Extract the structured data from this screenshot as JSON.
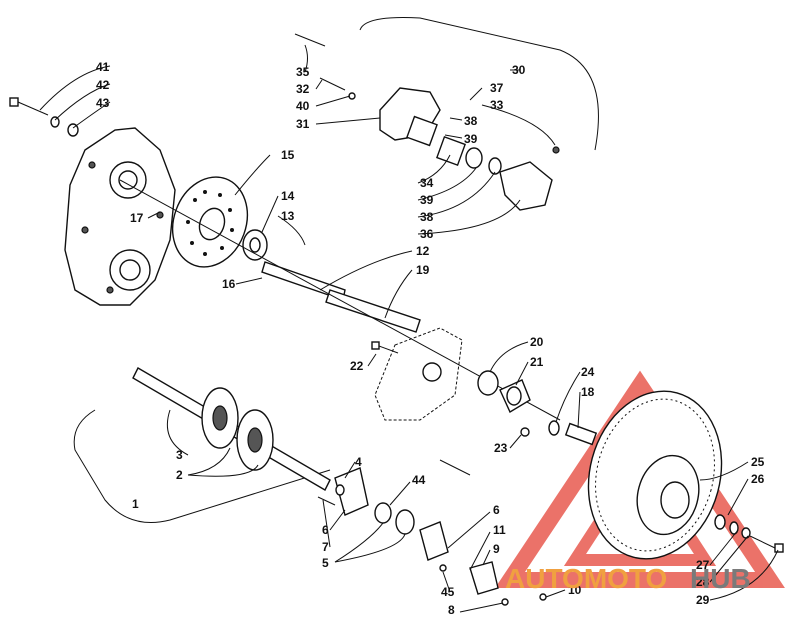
{
  "diagram": {
    "labels": [
      {
        "id": "41",
        "text": "41"
      },
      {
        "id": "42",
        "text": "42"
      },
      {
        "id": "43",
        "text": "43"
      },
      {
        "id": "35",
        "text": "35"
      },
      {
        "id": "32",
        "text": "32"
      },
      {
        "id": "40",
        "text": "40"
      },
      {
        "id": "31",
        "text": "31"
      },
      {
        "id": "30",
        "text": "30"
      },
      {
        "id": "37",
        "text": "37"
      },
      {
        "id": "33",
        "text": "33"
      },
      {
        "id": "38a",
        "text": "38"
      },
      {
        "id": "39a",
        "text": "39"
      },
      {
        "id": "34",
        "text": "34"
      },
      {
        "id": "39b",
        "text": "39"
      },
      {
        "id": "38b",
        "text": "38"
      },
      {
        "id": "36",
        "text": "36"
      },
      {
        "id": "15",
        "text": "15"
      },
      {
        "id": "14",
        "text": "14"
      },
      {
        "id": "13",
        "text": "13"
      },
      {
        "id": "17",
        "text": "17"
      },
      {
        "id": "16",
        "text": "16"
      },
      {
        "id": "12",
        "text": "12"
      },
      {
        "id": "19",
        "text": "19"
      },
      {
        "id": "20",
        "text": "20"
      },
      {
        "id": "21",
        "text": "21"
      },
      {
        "id": "22",
        "text": "22"
      },
      {
        "id": "23",
        "text": "23"
      },
      {
        "id": "24",
        "text": "24"
      },
      {
        "id": "18",
        "text": "18"
      },
      {
        "id": "25",
        "text": "25"
      },
      {
        "id": "26",
        "text": "26"
      },
      {
        "id": "27",
        "text": "27"
      },
      {
        "id": "28",
        "text": "28"
      },
      {
        "id": "29",
        "text": "29"
      },
      {
        "id": "3",
        "text": "3"
      },
      {
        "id": "2",
        "text": "2"
      },
      {
        "id": "1",
        "text": "1"
      },
      {
        "id": "4",
        "text": "4"
      },
      {
        "id": "44",
        "text": "44"
      },
      {
        "id": "6a",
        "text": "6"
      },
      {
        "id": "7",
        "text": "7"
      },
      {
        "id": "5",
        "text": "5"
      },
      {
        "id": "6b",
        "text": "6"
      },
      {
        "id": "11",
        "text": "11"
      },
      {
        "id": "9",
        "text": "9"
      },
      {
        "id": "45",
        "text": "45"
      },
      {
        "id": "10",
        "text": "10"
      },
      {
        "id": "8",
        "text": "8"
      }
    ]
  },
  "watermark": {
    "part1": "AUTOMOTO",
    "part2": "HUB",
    "colors": {
      "triangle": "#e85a4f",
      "auto": "#e8a7a2",
      "moto": "#f0a040",
      "hub": "#7a7a7a"
    }
  }
}
